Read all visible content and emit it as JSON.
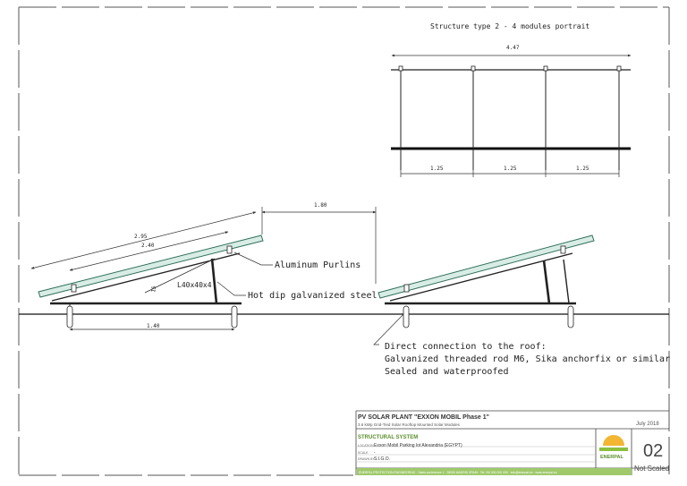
{
  "drawing": {
    "title": "Structure type 2 - 4 modules portrait",
    "dims": {
      "top_total": "4.47",
      "top_span1": "1.25",
      "top_span2": "1.25",
      "top_span3": "1.25",
      "gap": "1.80",
      "outer_length": "2.95",
      "inner_length": "2.40",
      "angle": "15",
      "base": "1.40"
    },
    "labels": {
      "purlins": "Aluminum Purlins",
      "profile": "L40x40x4",
      "steel": "Hot dip galvanized steel",
      "note1": "Direct connection to the roof:",
      "note2": "Galvanized threaded rod M6, Sika anchorfix or similar",
      "note3": "Sealed and waterproofed"
    }
  },
  "title_block": {
    "project": "PV SOLAR PLANT \"EXXON MOBIL Phase 1\"",
    "subtitle": "3.6 kWp Grid-Tied Solar Rooftop Mounted Solar Modules",
    "date": "July 2018",
    "section": "STRUCTURAL SYSTEM",
    "row1_label": "LOCATION",
    "row1_value": "Exxon Mobil Parking lot Alexandria (EGYPT)",
    "row2_label": "SCALE",
    "row2_value": "-",
    "row3_label": "DRAWN BY",
    "row3_value": "S.I.G.O.",
    "footer": "ENERPAL PROTECTION ENGINEERING · Sales conference 1 · 28050 MADRID SPAIN · Tel +34 000 000 000 · info@enerpal.es · www.enerpal.es",
    "logo_text": "ENERPAL",
    "sheet_number": "02",
    "not_scaled": "Not Scaled",
    "brand_color": "#8bbf3f",
    "footer_color": "#9fc96b"
  }
}
